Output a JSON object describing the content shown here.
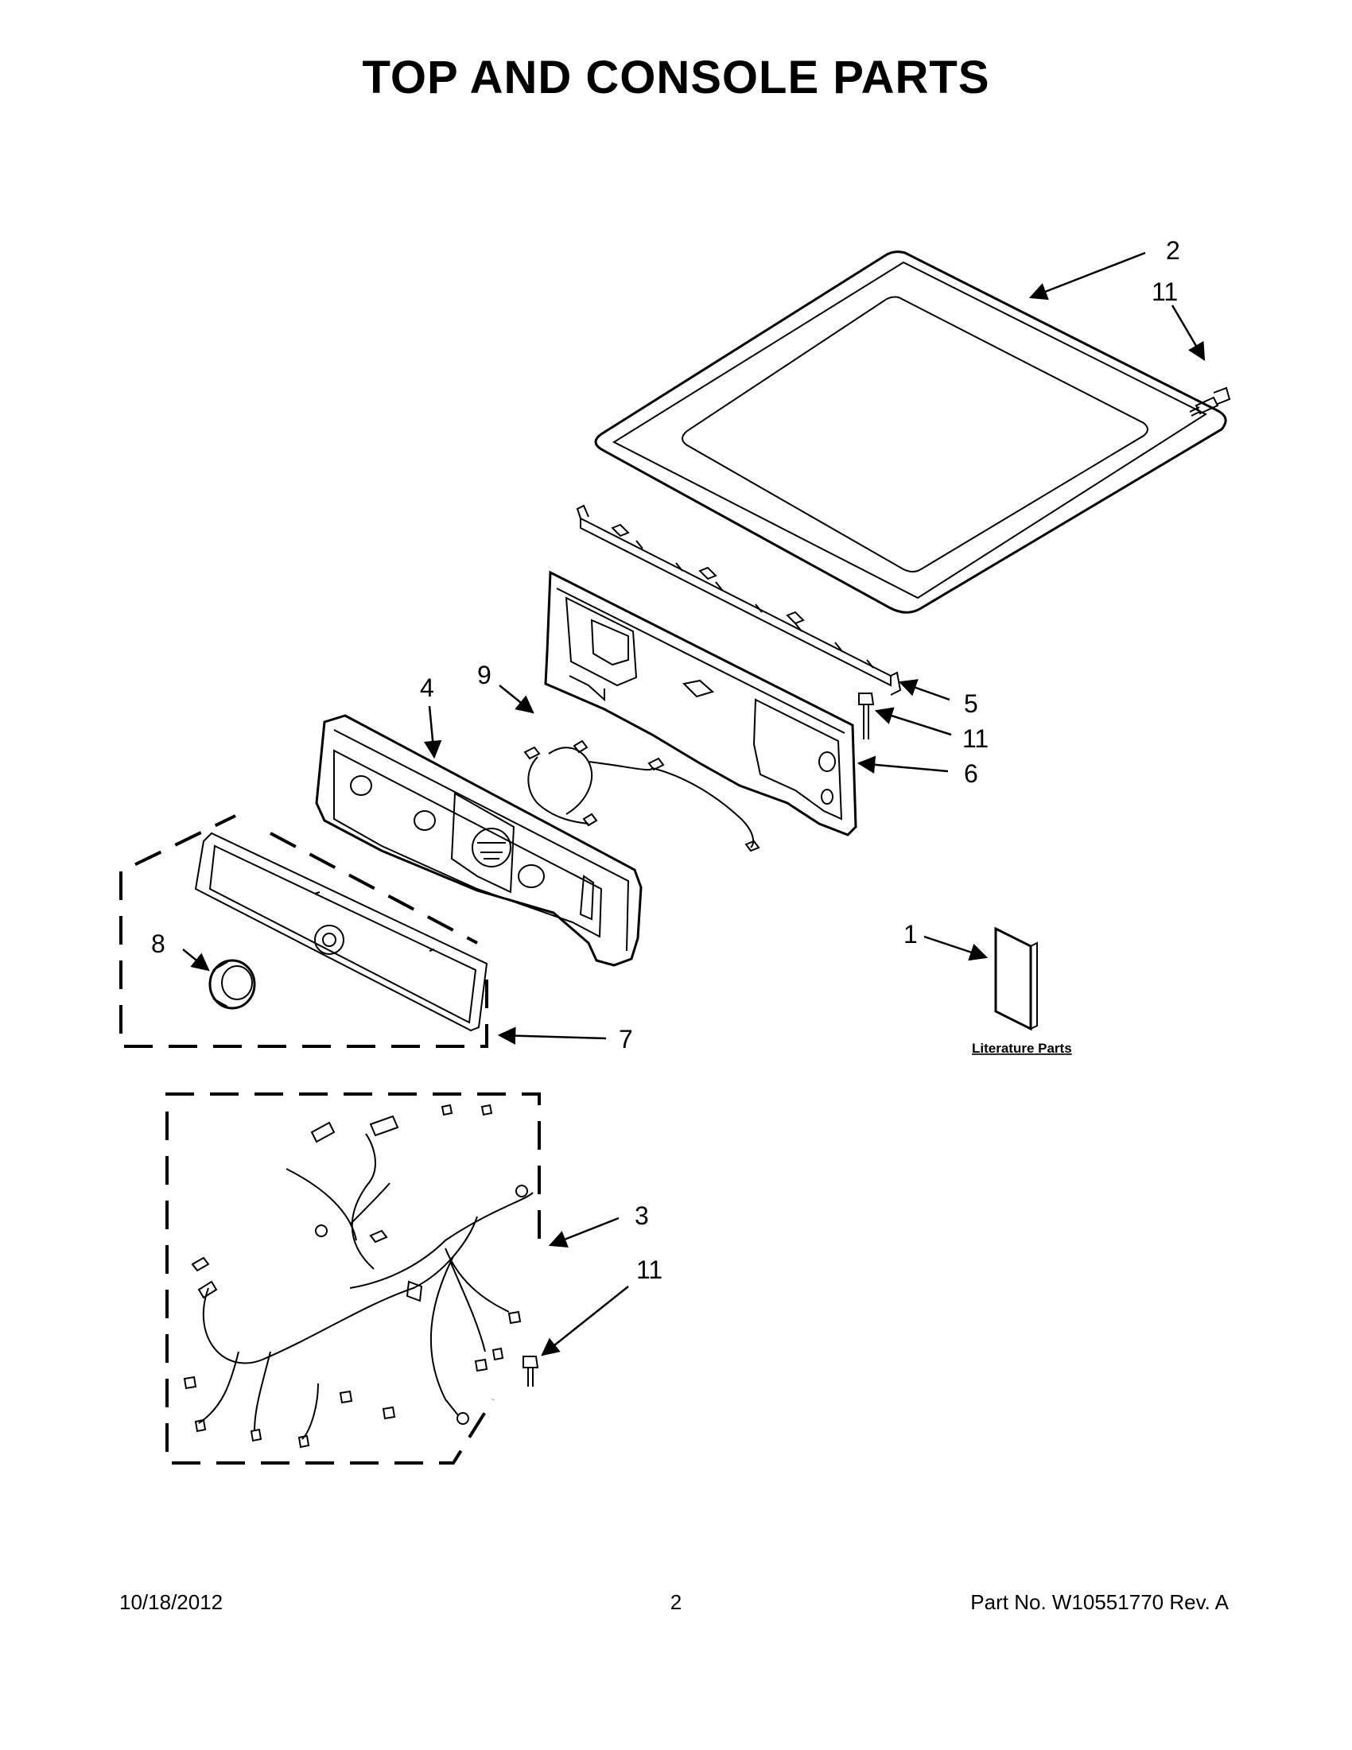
{
  "title": "TOP AND CONSOLE PARTS",
  "callouts": {
    "c1": "1",
    "c2": "2",
    "c3": "3",
    "c4": "4",
    "c5": "5",
    "c6": "6",
    "c7": "7",
    "c8": "8",
    "c9": "9",
    "c11a": "11",
    "c11b": "11",
    "c11c": "11"
  },
  "literature_label": "Literature Parts",
  "footer": {
    "date": "10/18/2012",
    "page": "2",
    "part_no": "Part No.  W10551770  Rev.  A"
  }
}
